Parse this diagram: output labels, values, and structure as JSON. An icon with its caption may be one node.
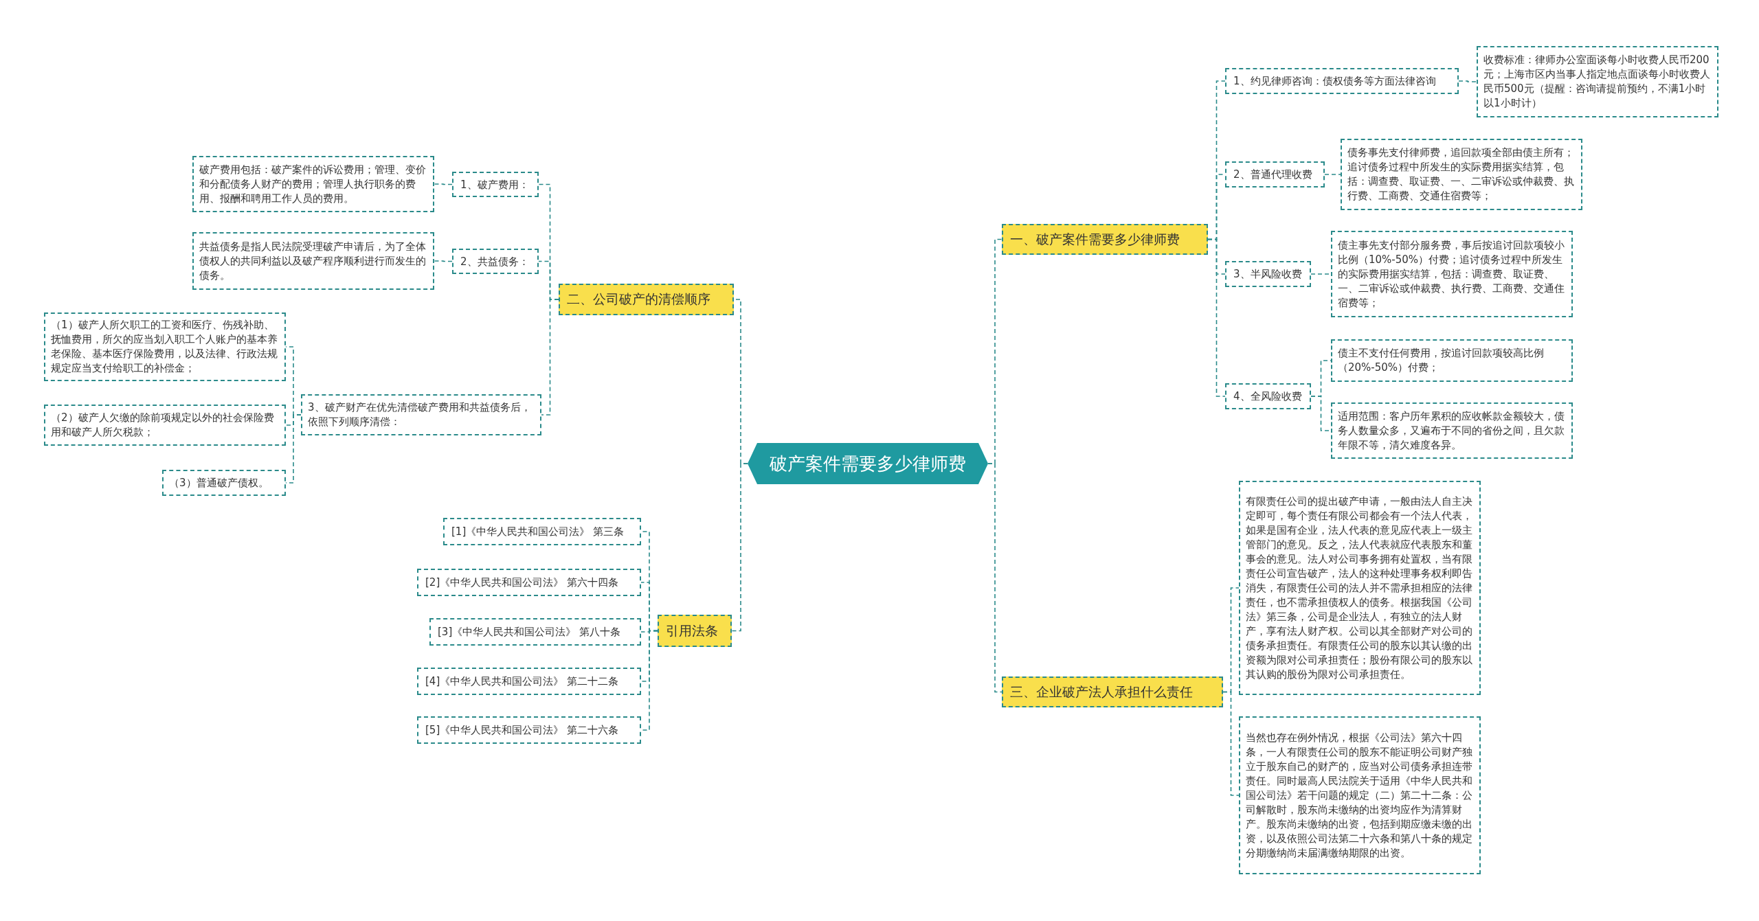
{
  "diagram": {
    "nodes": [
      {
        "text": [
          "破产案件需要多少律师费"
        ]
      },
      {
        "text": [
          "一、破产案件需要多少律师费"
        ]
      },
      {
        "text": [
          "1、约见律师咨询：债权债务等方面法律咨询"
        ]
      },
      {
        "text": [
          "收费标准：律师办公室面谈每小时收费人民币200元；上海市区内当事人指定地点面谈每小时收费人民币500元（提醒：咨询请提前预约，不满1小时以1小时计）"
        ]
      },
      {
        "text": [
          "2、普通代理收费"
        ]
      },
      {
        "text": [
          "债务事先支付律师费，追回款项全部由债主所有；追讨债务过程中所发生的实际费用据实结算，包括：调查费、取证费、一、二审诉讼或仲裁费、执行费、工商费、交通住宿费等；"
        ]
      },
      {
        "text": [
          "3、半风险收费"
        ]
      },
      {
        "text": [
          "债主事先支付部分服务费，事后按追讨回款项较小比例（10%-50%）付费；追讨债务过程中所发生的实际费用据实结算，包括：调查费、取证费、一、二审诉讼或仲裁费、执行费、工商费、交通住宿费等；"
        ]
      },
      {
        "text": [
          "4、全风险收费"
        ]
      },
      {
        "text": [
          "债主不支付任何费用，按追讨回款项较高比例（20%-50%）付费；"
        ]
      },
      {
        "text": [
          "适用范围：客户历年累积的应收帐款金额较大，债务人数量众多，又遍布于不同的省份之间，且欠款年限不等，清欠难度各异。"
        ]
      },
      {
        "text": [
          "三、企业破产法人承担什么责任"
        ]
      },
      {
        "text": [
          "有限责任公司的提出破产申请，一般由法人自主决定即可，每个责任有限公司都会有一个法人代表，如果是国有企业，法人代表的意见应代表上一级主管部门的意见。反之，法人代表就应代表股东和董事会的意见。法人对公司事务拥有处置权，当有限责任公司宣告破产，法人的这种处理事务权利即告消失，有限责任公司的法人并不需承担相应的法律责任，也不需承担债权人的债务。根据我国《公司法》第三条，公司是企业法人，有独立的法人财产，享有法人财产权。公司以其全部财产对公司的债务承担责任。有限责任公司的股东以其认缴的出资额为限对公司承担责任；股份有限公司的股东以其认购的股份为限对公司承担责任。"
        ]
      },
      {
        "text": [
          "当然也存在例外情况，根据《公司法》第六十四条，一人有限责任公司的股东不能证明公司财产独立于股东自己的财产的，应当对公司债务承担连带责任。同时最高人民法院关于适用《中华人民共和国公司法》若干问题的规定（二）第二十二条：公司解散时，股东尚未缴纳的出资均应作为清算财产。股东尚未缴纳的出资，包括到期应缴未缴的出资，以及依照公司法第二十六条和第八十条的规定分期缴纳尚未届满缴纳期限的出资。"
        ]
      },
      {
        "text": [
          "二、公司破产的清偿顺序"
        ]
      },
      {
        "text": [
          "1、破产费用："
        ]
      },
      {
        "text": [
          "破产费用包括：破产案件的诉讼费用；管理、变价和分配债务人财产的费用；管理人执行职务的费用、报酬和聘用工作人员的费用。"
        ]
      },
      {
        "text": [
          "2、共益债务："
        ]
      },
      {
        "text": [
          "共益债务是指人民法院受理破产申请后，为了全体债权人的共同利益以及破产程序顺利进行而发生的债务。"
        ]
      },
      {
        "text": [
          "3、破产财产在优先清偿破产费用和共益债务后，依照下列顺序清偿："
        ]
      },
      {
        "text": [
          "（1）破产人所欠职工的工资和医疗、伤残补助、抚恤费用，所欠的应当划入职工个人账户的基本养老保险、基本医疗保险费用，以及法律、行政法规规定应当支付给职工的补偿金；"
        ]
      },
      {
        "text": [
          "（2）破产人欠缴的除前项规定以外的社会保险费用和破产人所欠税款；"
        ]
      },
      {
        "text": [
          "（3）普通破产债权。"
        ]
      },
      {
        "text": [
          "引用法条"
        ]
      },
      {
        "text": [
          "[1]《中华人民共和国公司法》 第三条"
        ]
      },
      {
        "text": [
          "[2]《中华人民共和国公司法》 第六十四条"
        ]
      },
      {
        "text": [
          "[3]《中华人民共和国公司法》 第八十条"
        ]
      },
      {
        "text": [
          "[4]《中华人民共和国公司法》 第二十二条"
        ]
      },
      {
        "text": [
          "[5]《中华人民共和国公司法》 第二十六条"
        ]
      }
    ],
    "edges": [
      {
        "from": 0,
        "to": 1,
        "arrow": "none"
      },
      {
        "from": 1,
        "to": 2,
        "arrow": "none"
      },
      {
        "from": 2,
        "to": 3,
        "arrow": "none"
      },
      {
        "from": 1,
        "to": 4,
        "arrow": "none"
      },
      {
        "from": 4,
        "to": 5,
        "arrow": "none"
      },
      {
        "from": 1,
        "to": 6,
        "arrow": "none"
      },
      {
        "from": 6,
        "to": 7,
        "arrow": "none"
      },
      {
        "from": 1,
        "to": 8,
        "arrow": "none"
      },
      {
        "from": 8,
        "to": 9,
        "arrow": "none"
      },
      {
        "from": 8,
        "to": 10,
        "arrow": "none"
      },
      {
        "from": 0,
        "to": 11,
        "arrow": "none"
      },
      {
        "from": 11,
        "to": 12,
        "arrow": "none"
      },
      {
        "from": 11,
        "to": 13,
        "arrow": "none"
      },
      {
        "from": 0,
        "to": 14,
        "arrow": "none"
      },
      {
        "from": 14,
        "to": 15,
        "arrow": "none"
      },
      {
        "from": 15,
        "to": 16,
        "arrow": "none"
      },
      {
        "from": 14,
        "to": 17,
        "arrow": "none"
      },
      {
        "from": 17,
        "to": 18,
        "arrow": "none"
      },
      {
        "from": 14,
        "to": 19,
        "arrow": "none"
      },
      {
        "from": 19,
        "to": 20,
        "arrow": "none"
      },
      {
        "from": 19,
        "to": 21,
        "arrow": "none"
      },
      {
        "from": 19,
        "to": 22,
        "arrow": "none"
      },
      {
        "from": 0,
        "to": 23,
        "arrow": "none"
      },
      {
        "from": 23,
        "to": 24,
        "arrow": "none"
      },
      {
        "from": 23,
        "to": 25,
        "arrow": "none"
      },
      {
        "from": 23,
        "to": 26,
        "arrow": "none"
      },
      {
        "from": 23,
        "to": 27,
        "arrow": "none"
      },
      {
        "from": 23,
        "to": 28,
        "arrow": "none"
      }
    ]
  }
}
